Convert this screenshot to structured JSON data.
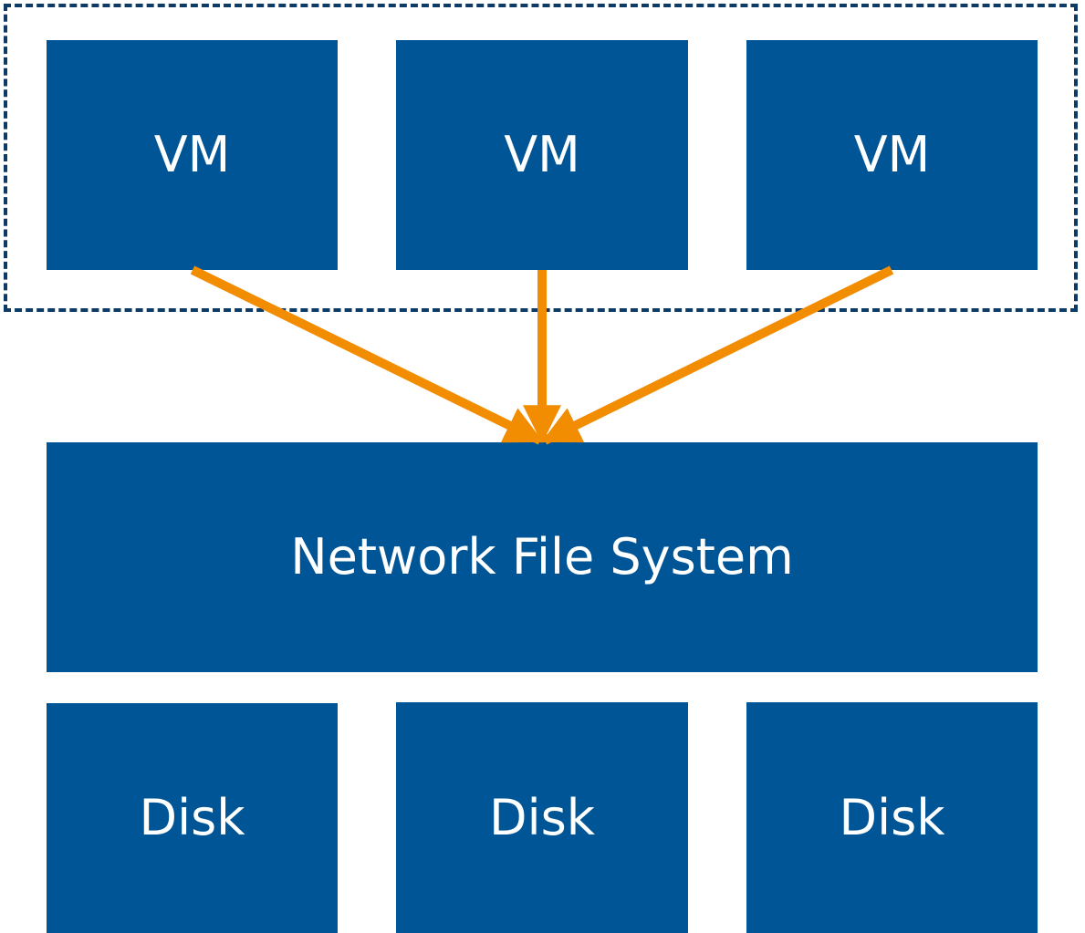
{
  "colors": {
    "box_fill": "#005596",
    "box_text": "#ffffff",
    "group_border": "#0d3b66",
    "arrow": "#f28c00"
  },
  "vms": [
    {
      "label": "VM"
    },
    {
      "label": "VM"
    },
    {
      "label": "VM"
    }
  ],
  "storage": {
    "label": "Network File System"
  },
  "disks": [
    {
      "label": "Disk"
    },
    {
      "label": "Disk"
    },
    {
      "label": "Disk"
    }
  ],
  "connections": [
    {
      "from": "vm-1",
      "to": "network-file-system"
    },
    {
      "from": "vm-2",
      "to": "network-file-system"
    },
    {
      "from": "vm-3",
      "to": "network-file-system"
    }
  ]
}
